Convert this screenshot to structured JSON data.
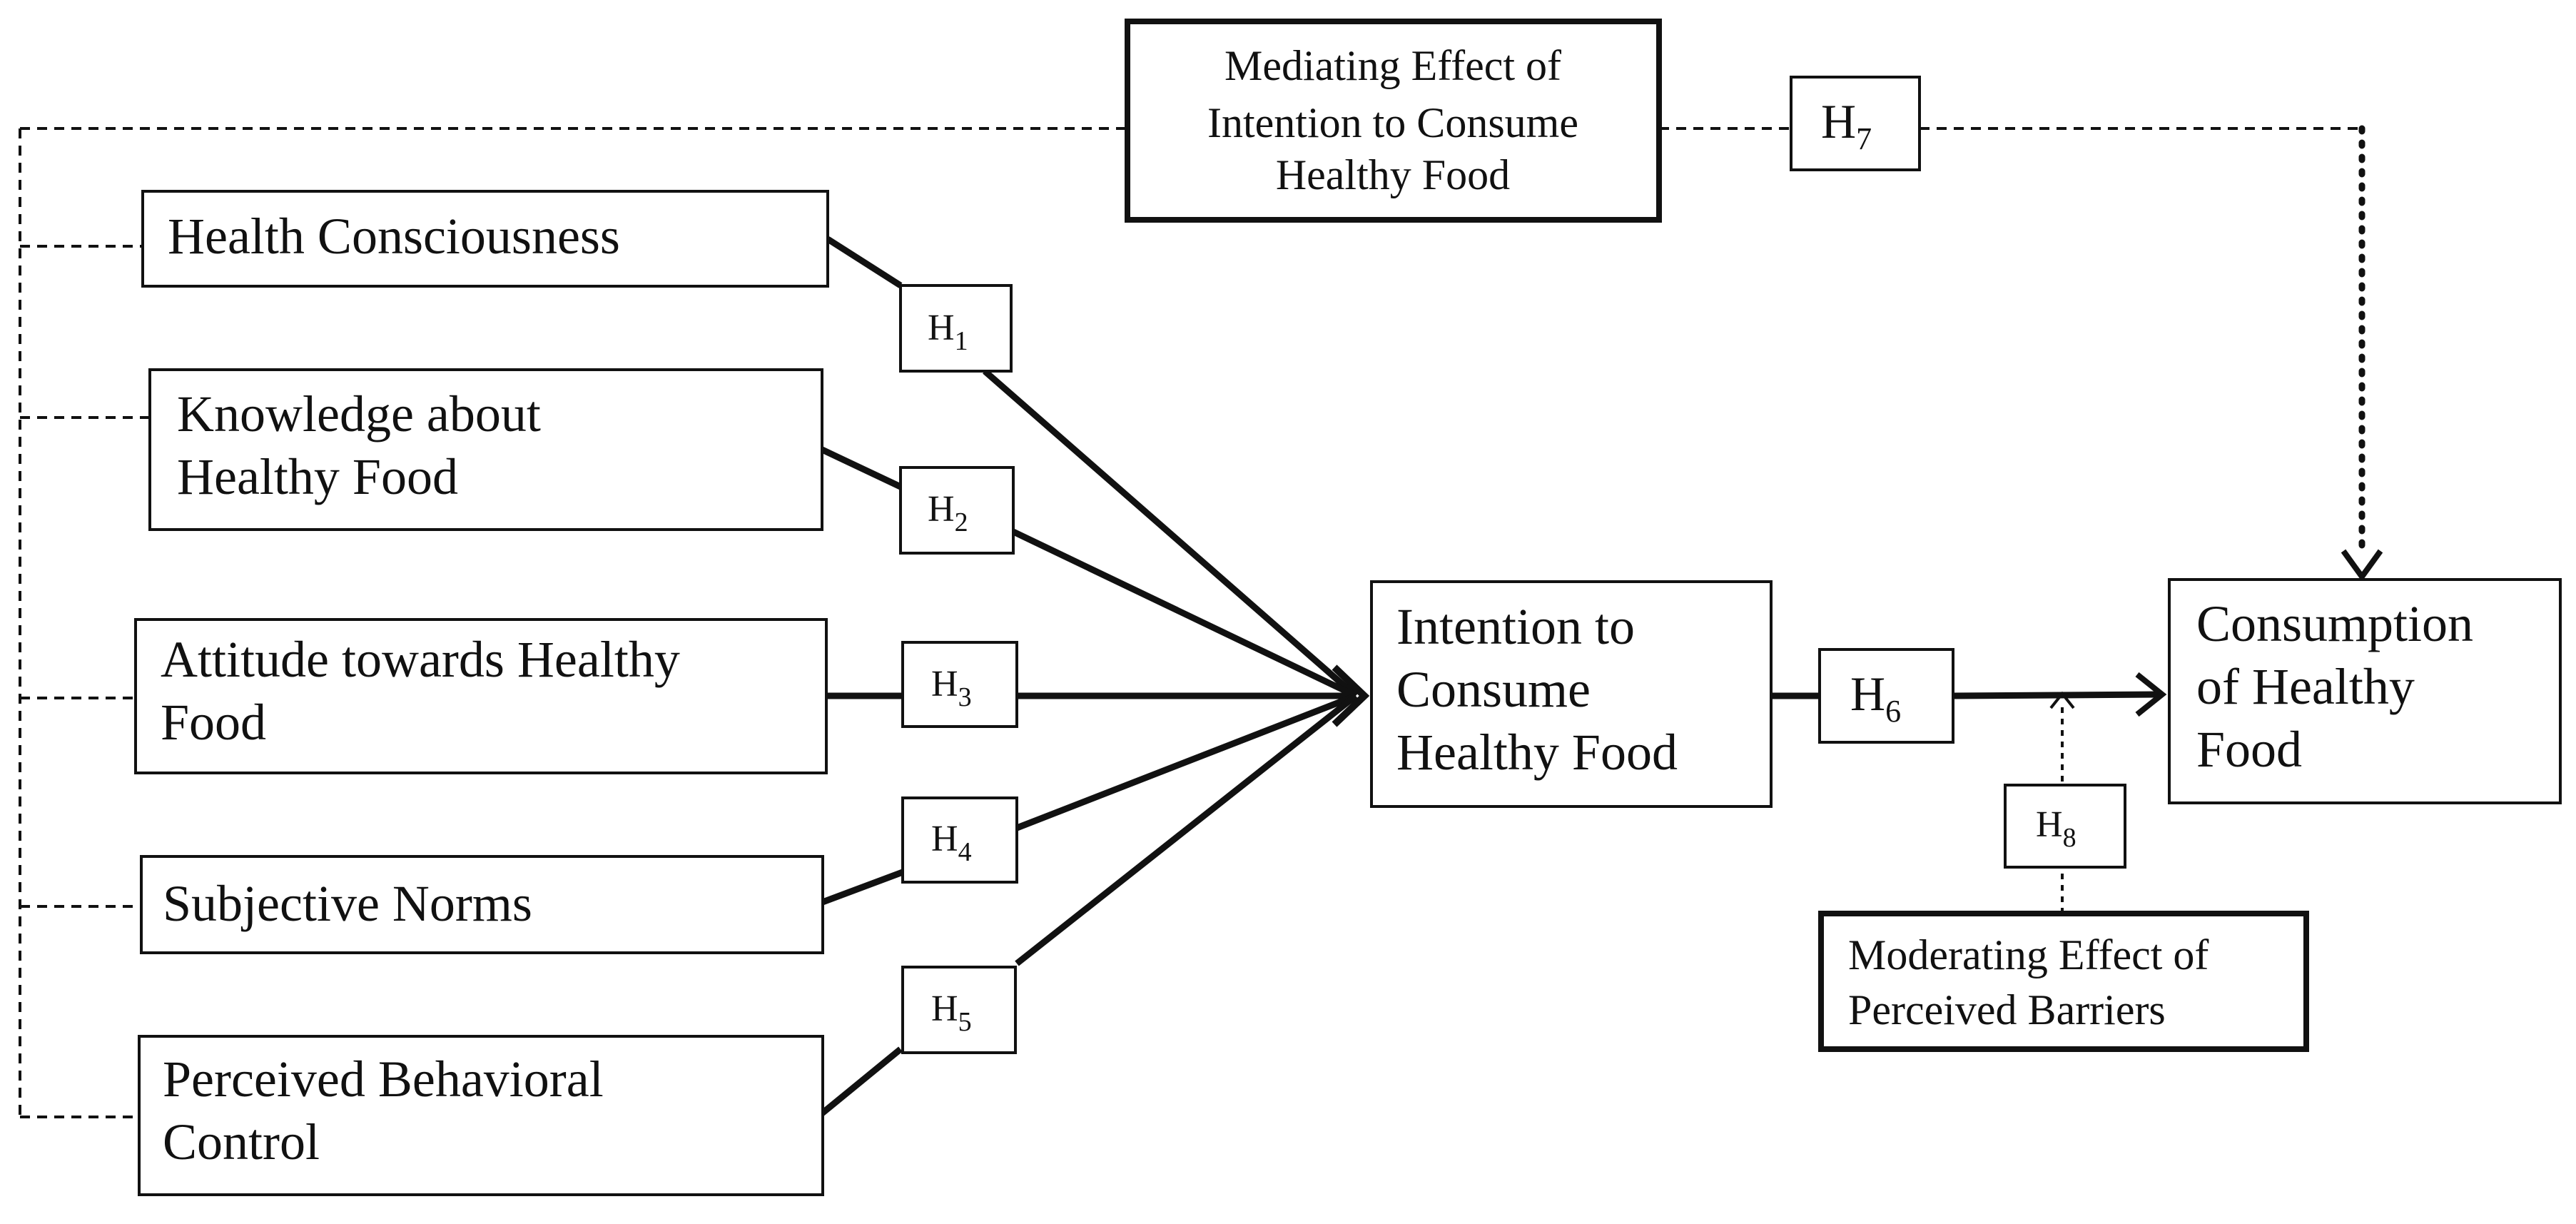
{
  "constructs": {
    "health_consciousness": {
      "lines": [
        "Health Consciousness"
      ]
    },
    "knowledge": {
      "lines": [
        "Knowledge about",
        "Healthy Food"
      ]
    },
    "attitude": {
      "lines": [
        "Attitude towards Healthy",
        "Food"
      ]
    },
    "subjective_norms": {
      "lines": [
        "Subjective Norms"
      ]
    },
    "pbc": {
      "lines": [
        "Perceived Behavioral",
        "Control"
      ]
    },
    "intention": {
      "lines": [
        "Intention to",
        "Consume",
        "Healthy Food"
      ]
    },
    "consumption": {
      "lines": [
        "Consumption",
        "of Healthy",
        "Food"
      ]
    },
    "mediating": {
      "lines": [
        "Mediating Effect of",
        "Intention to Consume",
        "Healthy Food"
      ]
    },
    "moderating": {
      "lines": [
        "Moderating Effect of",
        "Perceived Barriers"
      ]
    }
  },
  "hypotheses": {
    "h1": {
      "letter": "H",
      "sub": "1"
    },
    "h2": {
      "letter": "H",
      "sub": "2"
    },
    "h3": {
      "letter": "H",
      "sub": "3"
    },
    "h4": {
      "letter": "H",
      "sub": "4"
    },
    "h5": {
      "letter": "H",
      "sub": "5"
    },
    "h6": {
      "letter": "H",
      "sub": "6"
    },
    "h7": {
      "letter": "H",
      "sub": "7"
    },
    "h8": {
      "letter": "H",
      "sub": "8"
    }
  },
  "colors": {
    "stroke": "#111111",
    "background": "#ffffff"
  }
}
